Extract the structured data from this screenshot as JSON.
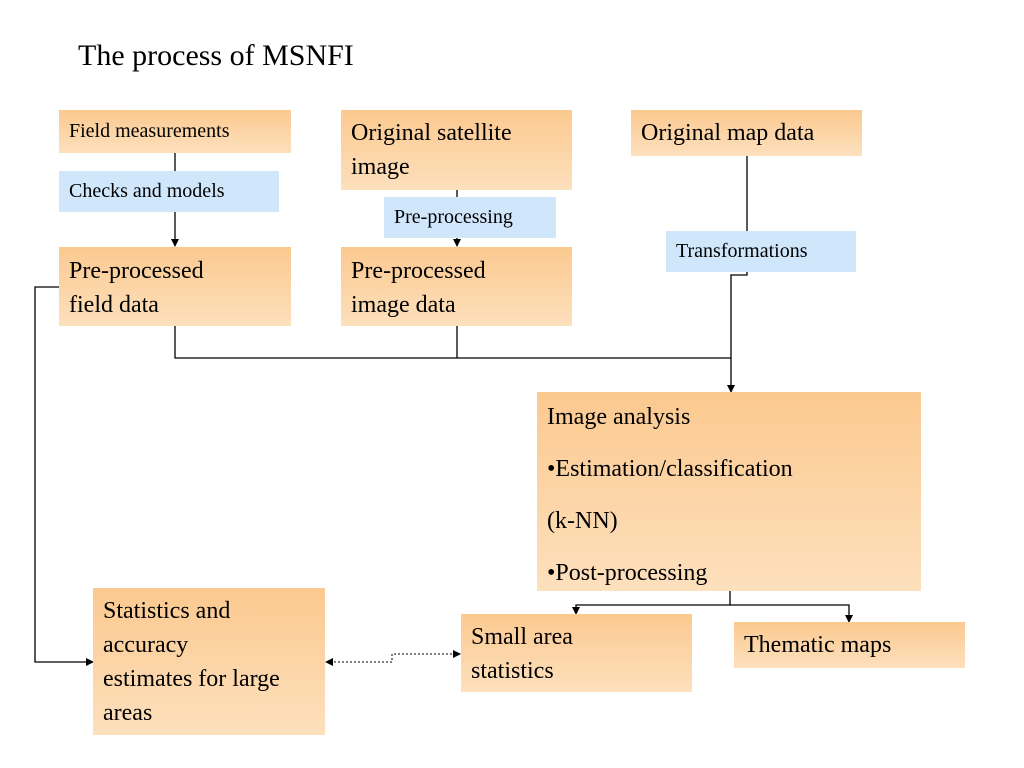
{
  "title": "The process of MSNFI",
  "boxes": {
    "field_measurements": "Field measurements",
    "original_satellite": [
      "Original satellite",
      "image"
    ],
    "original_map": "Original map data",
    "preprocessed_field": [
      "Pre-processed",
      "field data"
    ],
    "preprocessed_image": [
      "Pre-processed",
      "image data"
    ],
    "image_analysis": [
      "Image analysis",
      "•Estimation/classification",
      "(k-NN)",
      "•Post-processing"
    ],
    "statistics_large": [
      "Statistics and",
      "accuracy",
      "estimates for large",
      "areas"
    ],
    "small_area": [
      "Small area",
      "statistics"
    ],
    "thematic_maps": "Thematic maps"
  },
  "tags": {
    "checks_models": "Checks and models",
    "preprocessing": "Pre-processing",
    "transformations": "Transformations"
  },
  "colors": {
    "box_top": "#fbc98f",
    "box_bottom": "#fde0bd",
    "tag": "#cfe6fb",
    "line": "#000000"
  }
}
